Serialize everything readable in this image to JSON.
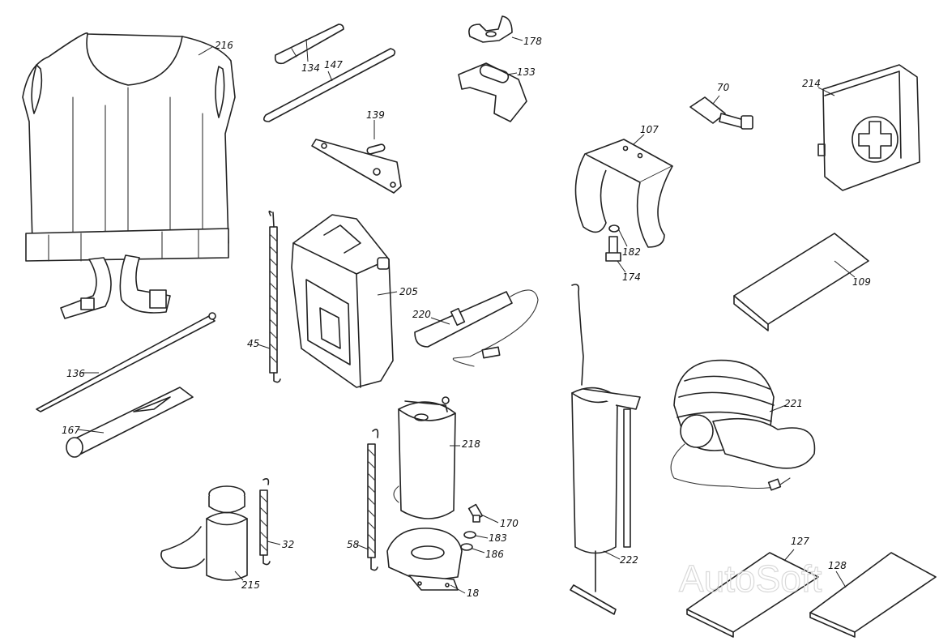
{
  "labels": {
    "l216": "216",
    "l134": "134",
    "l147": "147",
    "l178": "178",
    "l133": "133",
    "l139": "139",
    "l70": "70",
    "l214": "214",
    "l107": "107",
    "l182": "182",
    "l174": "174",
    "l109": "109",
    "l205": "205",
    "l45": "45",
    "l220": "220",
    "l136": "136",
    "l167": "167",
    "l218": "218",
    "l170": "170",
    "l183": "183",
    "l186": "186",
    "l58": "58",
    "l18": "18",
    "l222": "222",
    "l221": "221",
    "l215": "215",
    "l32": "32",
    "l127": "127",
    "l128": "128"
  },
  "watermark": "AutoSoft"
}
